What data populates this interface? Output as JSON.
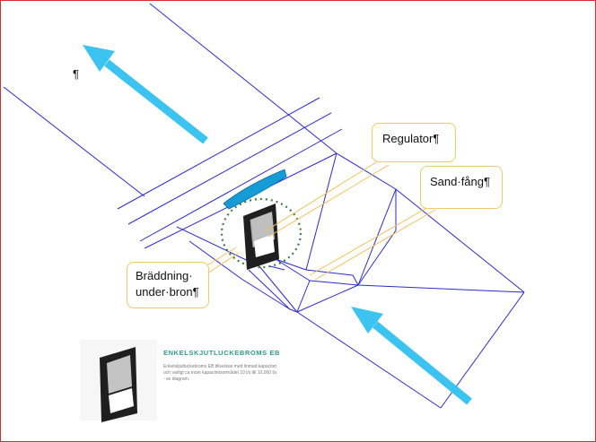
{
  "callouts": {
    "regulator": "Regulator¶",
    "sandfang": "Sand·fång¶",
    "braddning_line1": "Bräddning·",
    "braddning_line2": "under·bron¶"
  },
  "pilcrow_mark": "¶",
  "inset": {
    "title": "ENKELSKJUTLUCKEBROMS EB",
    "body": "Enkelskjutluckebroms EB tillverkas med linmad kapacitet och varligt ca inom kapacitetsområdet 10 l/s till 10.000 l/s - se diagram."
  },
  "colors": {
    "lines": "#2a2ad4",
    "arrow": "#3cc3ef",
    "overflow_fill": "#159bd6",
    "dotted_circle": "#3f7a3f",
    "callout_border": "#f3c96a",
    "frame_border": "#e0282e"
  }
}
